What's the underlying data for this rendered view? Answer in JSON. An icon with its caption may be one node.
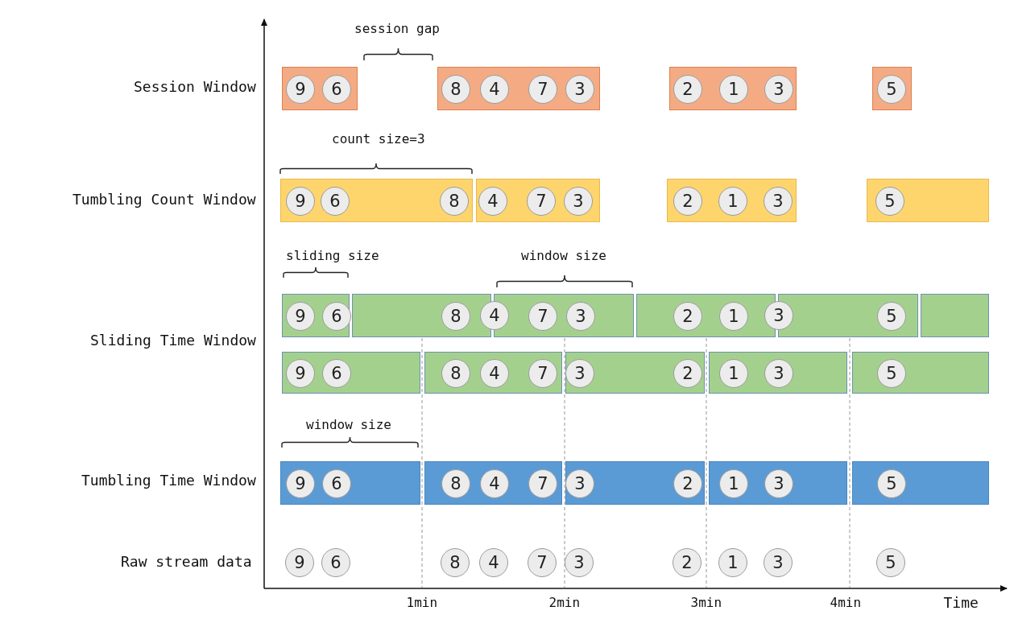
{
  "diagram": {
    "nodes": [
      {
        "text": [],
        "shape": "bar"
      },
      {
        "text": [
          "9"
        ],
        "in": 0
      },
      {
        "text": [
          "6"
        ],
        "in": 0
      },
      {
        "text": [],
        "shape": "bar"
      },
      {
        "text": [
          "8"
        ],
        "in": 3
      },
      {
        "text": [
          "4"
        ],
        "in": 3
      },
      {
        "text": [
          "7"
        ],
        "in": 3
      },
      {
        "text": [
          "3"
        ],
        "in": 3
      },
      {
        "text": [],
        "shape": "bar"
      },
      {
        "text": [
          "2"
        ],
        "in": 8
      },
      {
        "text": [
          "1"
        ],
        "in": 8
      },
      {
        "text": [
          "3"
        ],
        "in": 8
      },
      {
        "text": [],
        "shape": "bar"
      },
      {
        "text": [
          "5"
        ],
        "in": 12
      },
      {
        "text": [],
        "shape": "bar"
      },
      {
        "text": [
          "9"
        ],
        "in": 14
      },
      {
        "text": [
          "6"
        ],
        "in": 14
      },
      {
        "text": [
          "8"
        ],
        "in": 14
      },
      {
        "text": [],
        "shape": "bar"
      },
      {
        "text": [
          "4"
        ],
        "in": 18
      },
      {
        "text": [
          "7"
        ],
        "in": 18
      },
      {
        "text": [
          "3"
        ],
        "in": 18
      },
      {
        "text": [],
        "shape": "bar"
      },
      {
        "text": [
          "2"
        ],
        "in": 22
      },
      {
        "text": [
          "1"
        ],
        "in": 22
      },
      {
        "text": [
          "3"
        ],
        "in": 22
      },
      {
        "text": [],
        "shape": "bar"
      },
      {
        "text": [
          "5"
        ],
        "in": 26
      },
      {
        "text": [],
        "shape": "bar"
      },
      {
        "text": [
          "9"
        ],
        "in": 28
      },
      {
        "text": [
          "6"
        ],
        "in": 28
      },
      {
        "text": [],
        "shape": "bar"
      },
      {
        "text": [
          "8"
        ],
        "in": 31
      },
      {
        "text": [],
        "shape": "bar"
      },
      {
        "text": [
          "4"
        ]
      },
      {
        "text": [
          "7"
        ],
        "in": 33
      },
      {
        "text": [
          "3"
        ],
        "in": 33
      },
      {
        "text": [],
        "shape": "bar"
      },
      {
        "text": [
          "2"
        ],
        "in": 37
      },
      {
        "text": [
          "1"
        ],
        "in": 37
      },
      {
        "text": [],
        "shape": "bar"
      },
      {
        "text": [
          "3"
        ]
      },
      {
        "text": [
          "5"
        ],
        "in": 40
      },
      {
        "text": [],
        "shape": "bar"
      },
      {
        "text": [],
        "shape": "bar"
      },
      {
        "text": [
          "9"
        ],
        "in": 44
      },
      {
        "text": [
          "6"
        ],
        "in": 44
      },
      {
        "text": [],
        "shape": "bar"
      },
      {
        "text": [
          "8"
        ],
        "in": 47
      },
      {
        "text": [
          "4"
        ],
        "in": 47
      },
      {
        "text": [
          "7"
        ],
        "in": 47
      },
      {
        "text": [],
        "shape": "bar"
      },
      {
        "text": [
          "3"
        ],
        "in": 51
      },
      {
        "text": [
          "2"
        ],
        "in": 51
      },
      {
        "text": [],
        "shape": "bar"
      },
      {
        "text": [
          "1"
        ],
        "in": 54
      },
      {
        "text": [
          "3"
        ],
        "in": 54
      },
      {
        "text": [],
        "shape": "bar"
      },
      {
        "text": [
          "5"
        ],
        "in": 57
      },
      {
        "text": [],
        "shape": "bar"
      },
      {
        "text": [
          "9"
        ],
        "in": 59
      },
      {
        "text": [
          "6"
        ],
        "in": 59
      },
      {
        "text": [],
        "shape": "bar"
      },
      {
        "text": [
          "8"
        ],
        "in": 62
      },
      {
        "text": [
          "4"
        ],
        "in": 62
      },
      {
        "text": [
          "7"
        ],
        "in": 62
      },
      {
        "text": [],
        "shape": "bar"
      },
      {
        "text": [
          "3"
        ],
        "in": 66
      },
      {
        "text": [
          "2"
        ],
        "in": 66
      },
      {
        "text": [],
        "shape": "bar"
      },
      {
        "text": [
          "1"
        ],
        "in": 69
      },
      {
        "text": [
          "3"
        ],
        "in": 69
      },
      {
        "text": [],
        "shape": "bar"
      },
      {
        "text": [
          "5"
        ],
        "in": 72
      },
      {
        "text": [
          "9"
        ]
      },
      {
        "text": [
          "6"
        ]
      },
      {
        "text": [
          "8"
        ]
      },
      {
        "text": [
          "4"
        ]
      },
      {
        "text": [
          "7"
        ]
      },
      {
        "text": [
          "3"
        ]
      },
      {
        "text": [
          "2"
        ]
      },
      {
        "text": [
          "1"
        ]
      },
      {
        "text": [
          "3"
        ]
      },
      {
        "text": [
          "5"
        ]
      }
    ],
    "edges": [],
    "labels": [
      "session gap",
      "Session Window",
      "count size=3",
      "Tumbling Count Window",
      "sliding size",
      "window size",
      "Sliding Time Window",
      "window size",
      "Tumbling Time Window",
      "Raw stream data",
      "1min",
      "2min",
      "3min",
      "4min",
      "Time"
    ]
  }
}
